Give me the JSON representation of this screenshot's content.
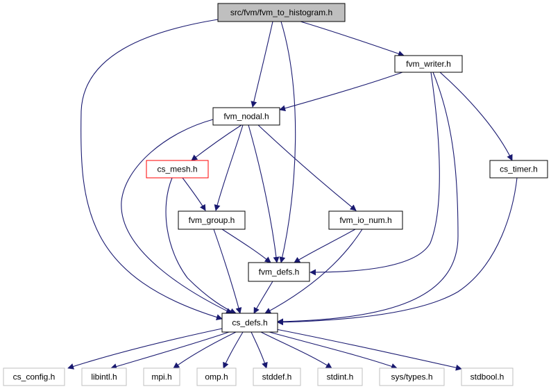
{
  "graph": {
    "nodes": {
      "root": "src/fvm/fvm_to_histogram.h",
      "fvm_writer": "fvm_writer.h",
      "fvm_nodal": "fvm_nodal.h",
      "cs_mesh": "cs_mesh.h",
      "cs_timer": "cs_timer.h",
      "fvm_group": "fvm_group.h",
      "fvm_io_num": "fvm_io_num.h",
      "fvm_defs": "fvm_defs.h",
      "cs_defs": "cs_defs.h",
      "cs_config": "cs_config.h",
      "libintl": "libintl.h",
      "mpi": "mpi.h",
      "omp": "omp.h",
      "stddef": "stddef.h",
      "stdint": "stdint.h",
      "sys_types": "sys/types.h",
      "stdbool": "stdbool.h"
    },
    "edge_color": "#191970",
    "highlight_border": "#ff0000",
    "system_header_border": "#bfbfbf",
    "root_fill": "#bfbfbf"
  }
}
